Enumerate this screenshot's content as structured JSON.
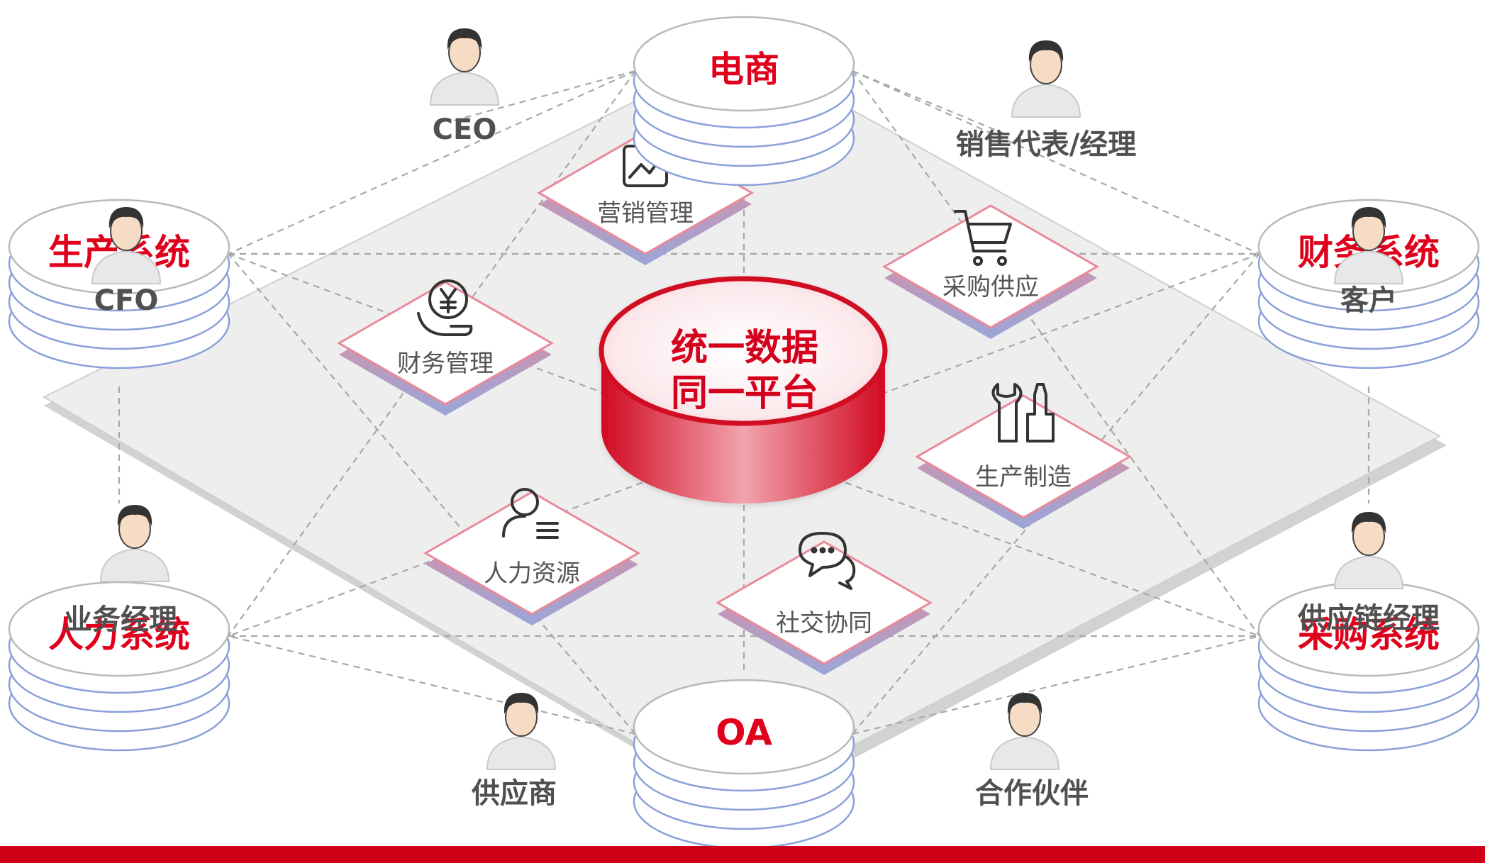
{
  "center": {
    "line1": "统一数据",
    "line2": "同一平台"
  },
  "systems": [
    {
      "id": "ecommerce",
      "label": "电商"
    },
    {
      "id": "production",
      "label": "生产系统"
    },
    {
      "id": "finance",
      "label": "财务系统"
    },
    {
      "id": "hr",
      "label": "人力系统"
    },
    {
      "id": "procurement",
      "label": "采购系统"
    },
    {
      "id": "oa",
      "label": "OA"
    }
  ],
  "roles": [
    {
      "id": "ceo",
      "label": "CEO"
    },
    {
      "id": "sales",
      "label": "销售代表/经理"
    },
    {
      "id": "cfo",
      "label": "CFO"
    },
    {
      "id": "customer",
      "label": "客户"
    },
    {
      "id": "biz-manager",
      "label": "业务经理"
    },
    {
      "id": "supply-chain-manager",
      "label": "供应链经理"
    },
    {
      "id": "supplier",
      "label": "供应商"
    },
    {
      "id": "partner",
      "label": "合作伙伴"
    }
  ],
  "modules": [
    {
      "id": "marketing",
      "label": "营销管理",
      "icon": "chart-line-icon"
    },
    {
      "id": "purchase",
      "label": "采购供应",
      "icon": "shopping-cart-icon"
    },
    {
      "id": "finance-mgmt",
      "label": "财务管理",
      "icon": "yen-hand-icon"
    },
    {
      "id": "manufacturing",
      "label": "生产制造",
      "icon": "wrench-screwdriver-icon"
    },
    {
      "id": "hr-res",
      "label": "人力资源",
      "icon": "person-list-icon"
    },
    {
      "id": "social",
      "label": "社交协同",
      "icon": "chat-bubbles-icon"
    }
  ],
  "colors": {
    "accent": "#e0001b",
    "platform": "#eeeeee",
    "disk_edge": "#6f86c8",
    "bottom_bar": "#d00018"
  }
}
